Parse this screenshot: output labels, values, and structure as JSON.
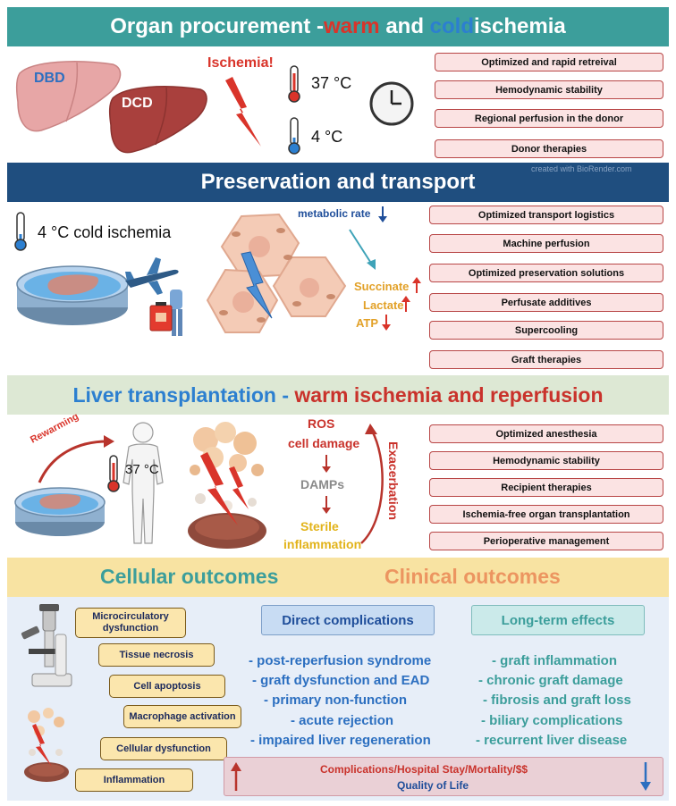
{
  "section1": {
    "title_part1": "Organ procurement - ",
    "title_warm": "warm",
    "title_and": " and ",
    "title_cold": "cold",
    "title_part2": " ischemia",
    "dbd_label": "DBD",
    "dcd_label": "DCD",
    "ischemia_label": "Ischemia!",
    "temp_warm": "37 °C",
    "temp_cold": "4 °C",
    "boxes": [
      "Optimized and rapid retreival",
      "Hemodynamic stability",
      "Regional perfusion in the donor",
      "Donor therapies"
    ],
    "watermark": "created with BioRender.com"
  },
  "section2": {
    "title": "Preservation and transport",
    "cold_label": "4 °C cold ischemia",
    "metabolic_rate": "metabolic rate",
    "succinate": "Succinate",
    "lactate": "Lactate",
    "atp": "ATP",
    "boxes": [
      "Optimized transport logistics",
      "Machine perfusion",
      "Optimized preservation solutions",
      "Perfusate additives",
      "Supercooling",
      "Graft therapies"
    ]
  },
  "section3": {
    "title_part1": "Liver transplantation - ",
    "title_part2": "warm ischemia and reperfusion",
    "rewarming": "Rewarming",
    "temp": "37 °C",
    "ros": "ROS",
    "cell_damage": "cell damage",
    "damps": "DAMPs",
    "sterile": "Sterile",
    "inflammation": "inflammation",
    "exacerbation": "Exacerbation",
    "boxes": [
      "Optimized anesthesia",
      "Hemodynamic stability",
      "Recipient therapies",
      "Ischemia-free organ transplantation",
      "Perioperative management"
    ]
  },
  "section4": {
    "cellular_title": "Cellular outcomes",
    "clinical_title": "Clinical outcomes",
    "cellular_boxes": [
      "Microcirculatory dysfunction",
      "Tissue necrosis",
      "Cell apoptosis",
      "Macrophage activation",
      "Cellular dysfunction",
      "Inflammation"
    ],
    "direct_title": "Direct complications",
    "direct_items": [
      "- post-reperfusion syndrome",
      "- graft dysfunction and EAD",
      "- primary non-function",
      "- acute rejection",
      "- impaired liver regeneration"
    ],
    "longterm_title": "Long-term effects",
    "longterm_items": [
      "- graft inflammation",
      "- chronic graft damage",
      "- fibrosis and graft loss",
      "- biliary complications",
      "- recurrent liver disease"
    ],
    "bottom_line1": "Complications/Hospital Stay/Mortality/$$",
    "bottom_line2": "Quality of Life"
  },
  "colors": {
    "teal_banner": "#3c9e9b",
    "navy_banner": "#1f4e7f",
    "green_banner": "#dde8d4",
    "yellow_banner": "#f8e3a2",
    "warm_red": "#d9342a",
    "cold_blue": "#2c7fd0",
    "box_border": "#b84646",
    "box_fill": "#fbe3e3"
  }
}
